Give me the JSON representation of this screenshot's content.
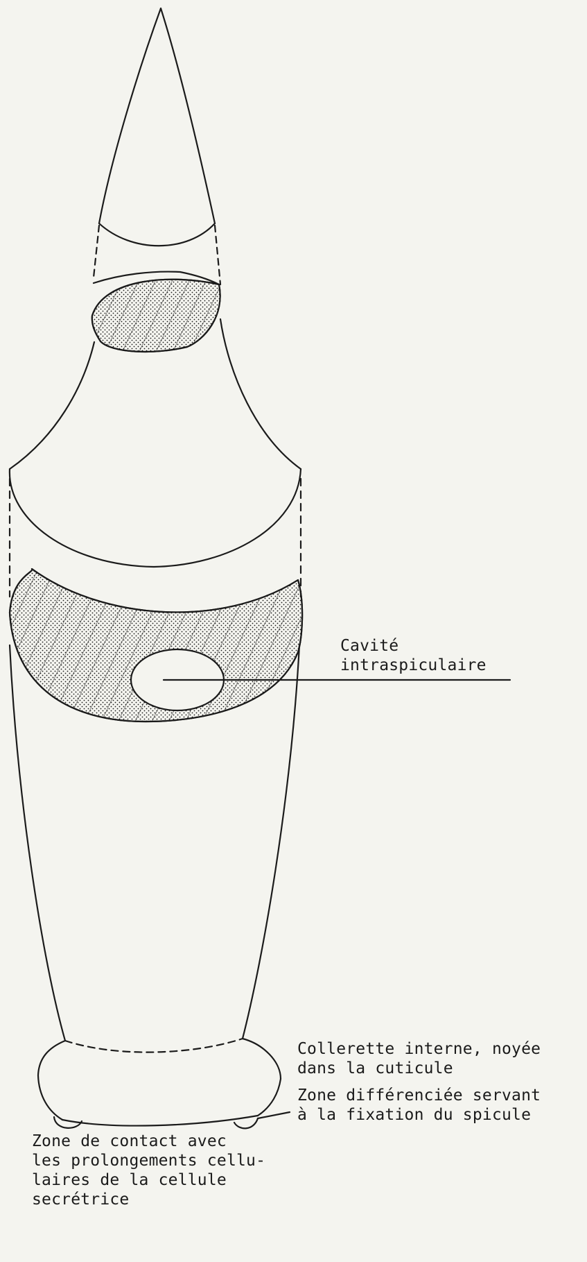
{
  "labels": {
    "cavity": "Cavité\nintraspiculaire",
    "collar": "Collerette interne, noyée\ndans la cuticule",
    "fixation_zone": "Zone différenciée servant\nà la fixation du spicule",
    "contact_zone": "Zone de contact avec\nles prolongements cellu-\nlaires de la cellule\nsecrétrice"
  },
  "colors": {
    "ink": "#1b1b1b",
    "paper": "#f4f4ef"
  }
}
